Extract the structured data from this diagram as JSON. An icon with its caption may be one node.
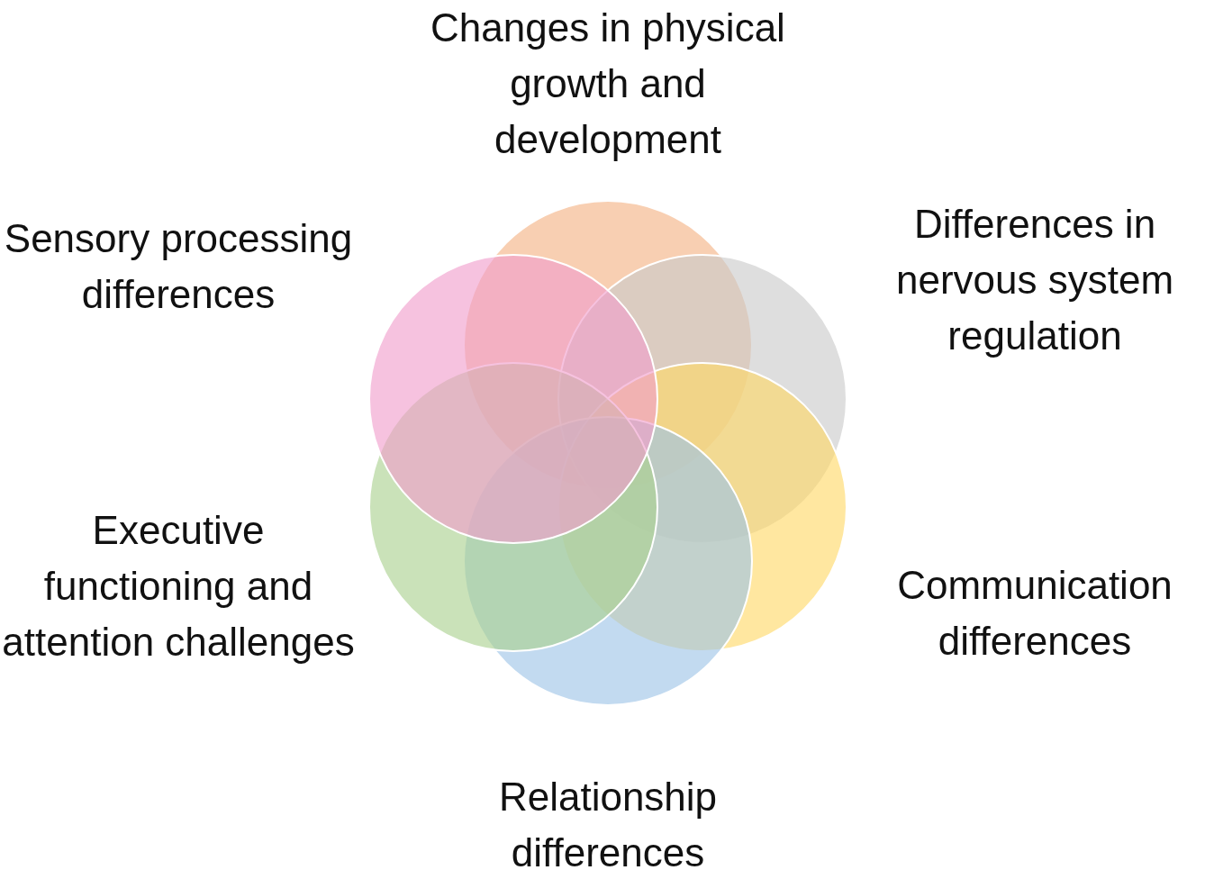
{
  "diagram": {
    "nodes": [
      {
        "text": [],
        "shape": "circle",
        "beside": [
          "Changes in physical growth and development"
        ]
      },
      {
        "text": [],
        "shape": "circle",
        "beside": [
          "Differences in nervous system regulation"
        ]
      },
      {
        "text": [],
        "shape": "circle",
        "beside": [
          "Communication differences"
        ]
      },
      {
        "text": [],
        "shape": "circle",
        "beside": [
          "Relationship differences"
        ]
      },
      {
        "text": [],
        "shape": "circle",
        "beside": [
          "Executive functioning and attention challenges"
        ]
      },
      {
        "text": [],
        "shape": "circle",
        "beside": [
          "Sensory processing differences"
        ]
      }
    ]
  }
}
